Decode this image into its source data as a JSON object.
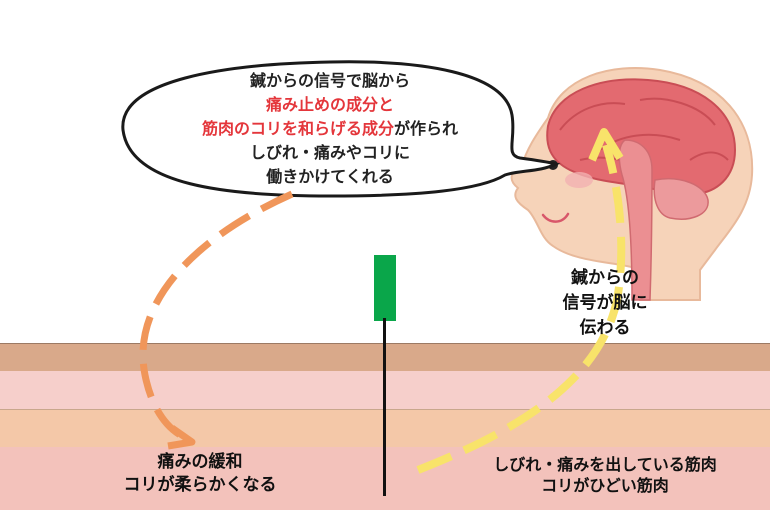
{
  "bubble": {
    "line1": "鍼からの信号で脳から",
    "line2_red": "痛み止めの成分と",
    "line3_red": "筋肉のコリを和らげる成分",
    "line3_rest": "が作られ",
    "line4": "しびれ・痛みやコリに",
    "line5": "働きかけてくれる"
  },
  "signal_label": {
    "line1": "鍼からの",
    "line2": "信号が脳に",
    "line3": "伝わる"
  },
  "relief_label": {
    "line1": "痛みの緩和",
    "line2": "コリが柔らかくなる"
  },
  "muscle_label": {
    "line1": "しびれ・痛みを出している筋肉",
    "line2": "コリがひどい筋肉"
  },
  "colors": {
    "orange_arrow": "#f0965a",
    "yellow_arrow": "#f8e36a",
    "needle_grip": "#0aa64a",
    "emphasis_text": "#e4363b",
    "brain": "#e36a70",
    "skin": "#f6d3b9"
  },
  "icons": [
    "head-brain-illustration",
    "acupuncture-needle",
    "speech-bubble"
  ]
}
